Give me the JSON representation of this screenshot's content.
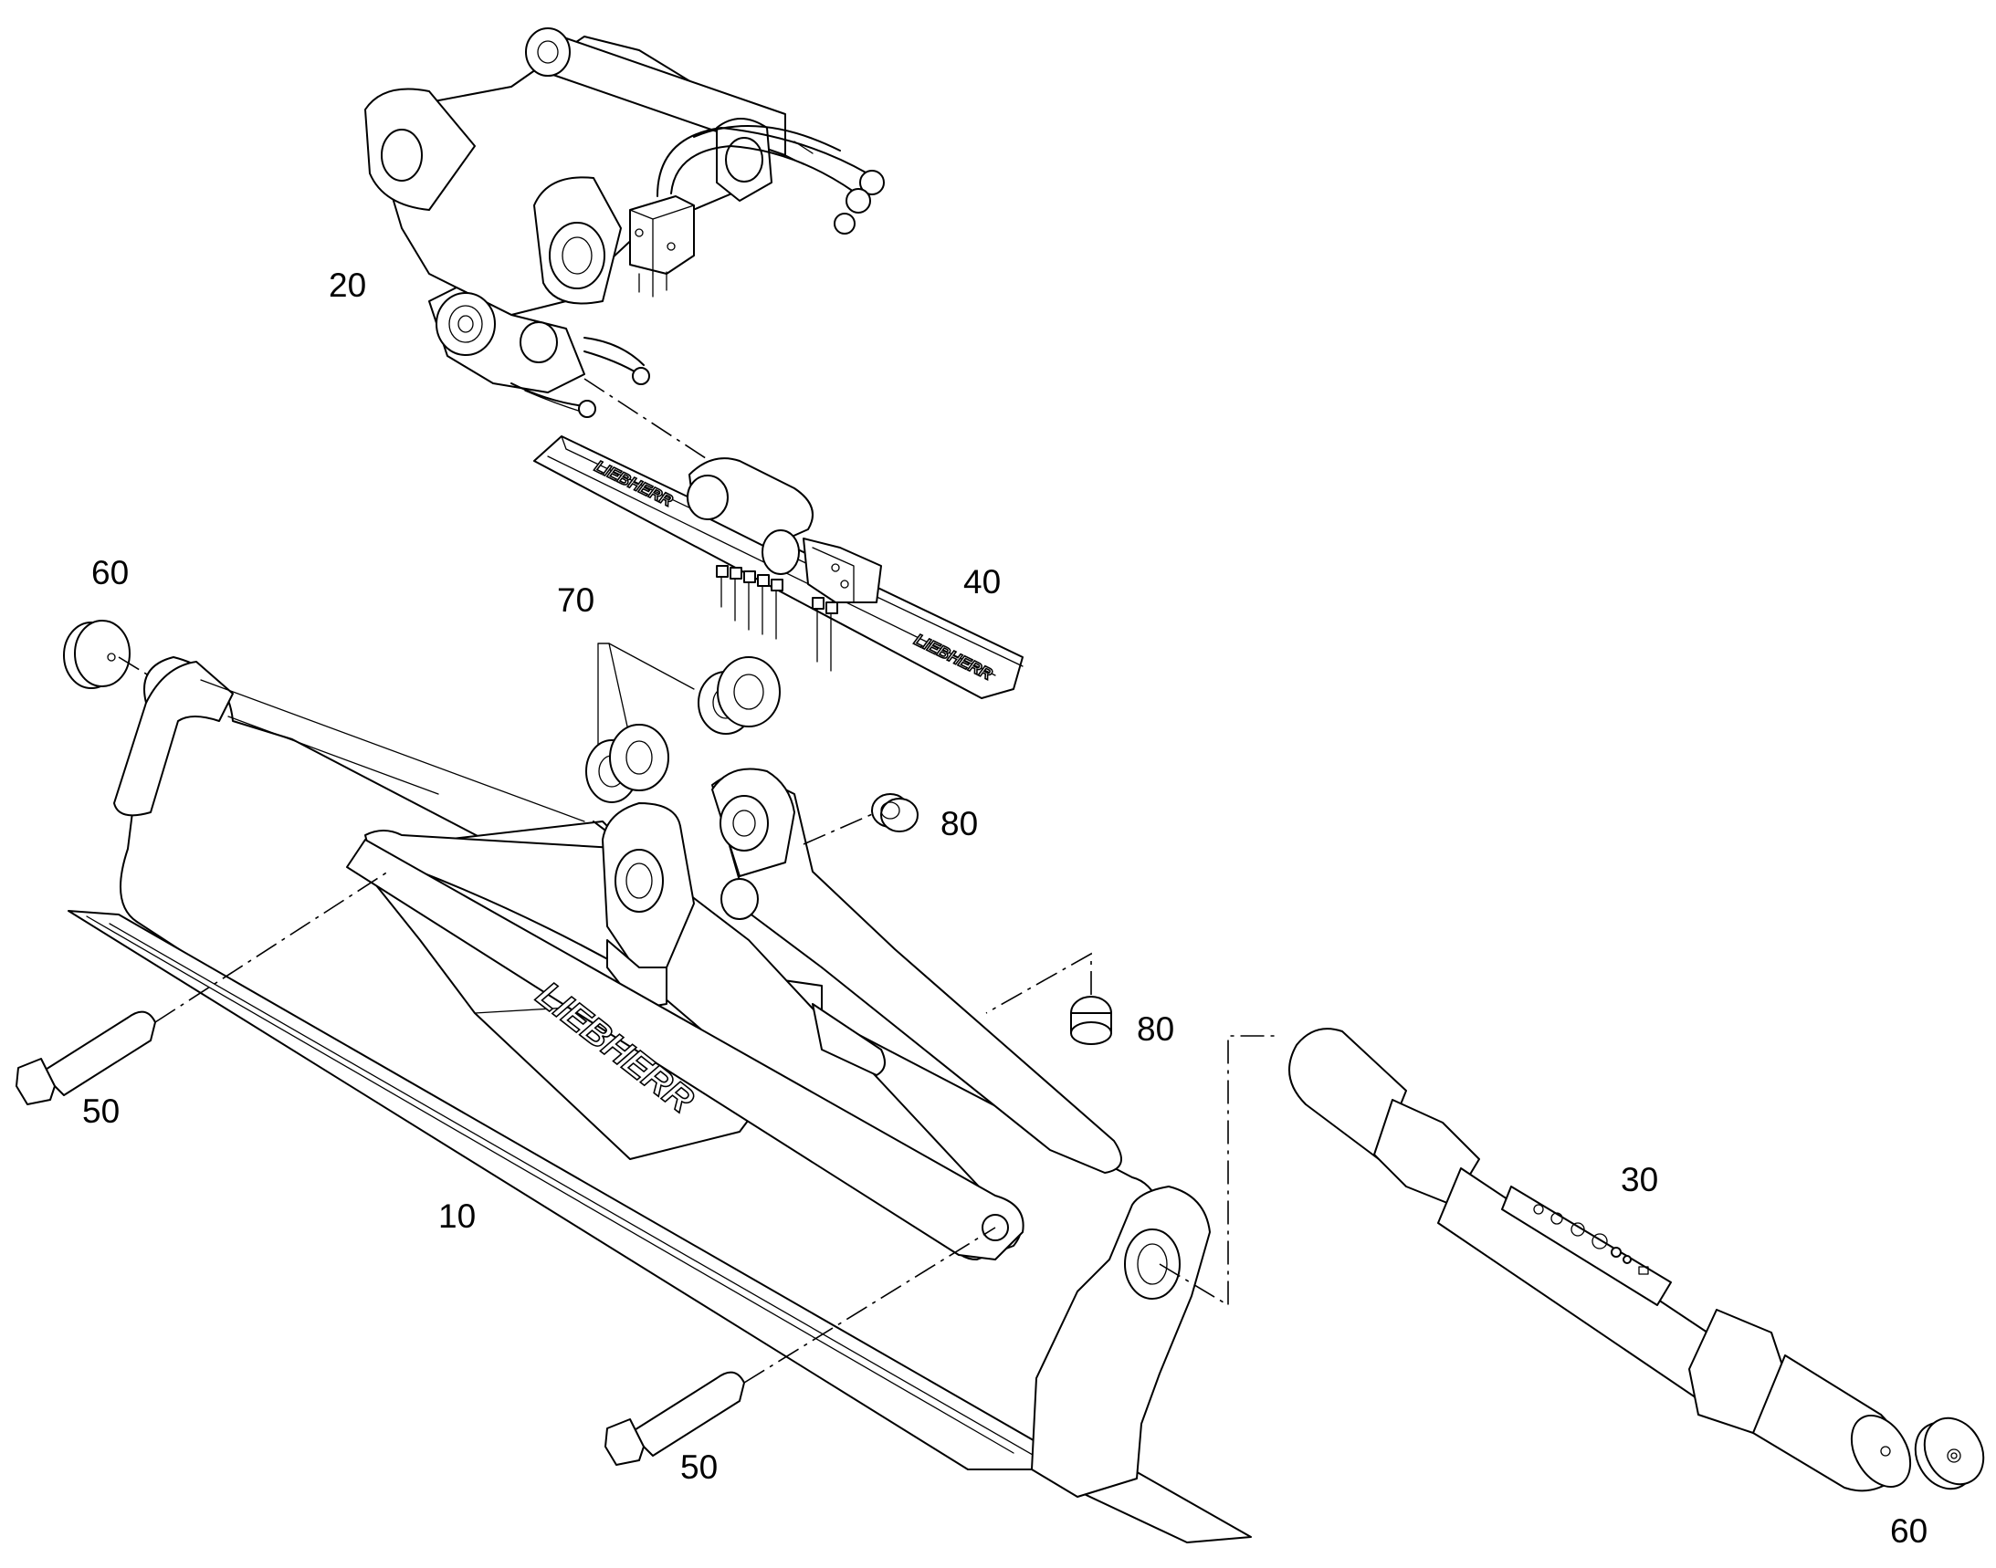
{
  "diagram": {
    "brand_mark": "LIEBHERR",
    "callouts": [
      {
        "id": "c10",
        "label": "10"
      },
      {
        "id": "c20",
        "label": "20"
      },
      {
        "id": "c30",
        "label": "30"
      },
      {
        "id": "c40",
        "label": "40"
      },
      {
        "id": "c50a",
        "label": "50"
      },
      {
        "id": "c50b",
        "label": "50"
      },
      {
        "id": "c60a",
        "label": "60"
      },
      {
        "id": "c60b",
        "label": "60"
      },
      {
        "id": "c70",
        "label": "70"
      },
      {
        "id": "c80a",
        "label": "80"
      },
      {
        "id": "c80b",
        "label": "80"
      }
    ]
  }
}
